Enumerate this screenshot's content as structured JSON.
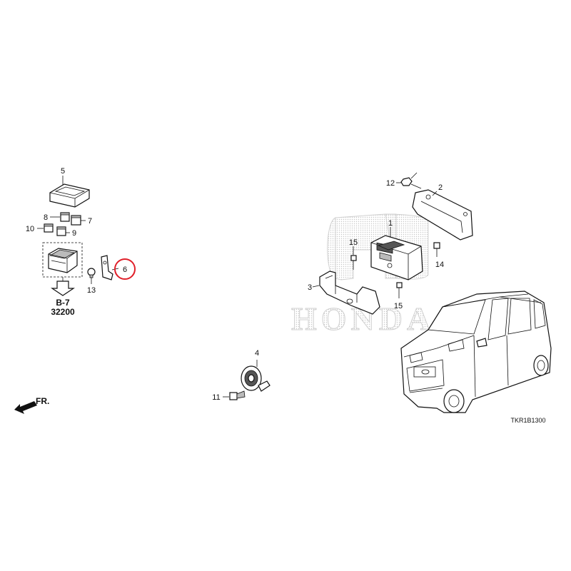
{
  "callouts": [
    {
      "id": "1",
      "text": "1"
    },
    {
      "id": "2",
      "text": "2"
    },
    {
      "id": "3",
      "text": "3"
    },
    {
      "id": "4",
      "text": "4"
    },
    {
      "id": "5",
      "text": "5"
    },
    {
      "id": "6",
      "text": "6",
      "highlighted": true
    },
    {
      "id": "7",
      "text": "7"
    },
    {
      "id": "8",
      "text": "8"
    },
    {
      "id": "9",
      "text": "9"
    },
    {
      "id": "10",
      "text": "10"
    },
    {
      "id": "11",
      "text": "11"
    },
    {
      "id": "12",
      "text": "12"
    },
    {
      "id": "13",
      "text": "13"
    },
    {
      "id": "14",
      "text": "14"
    },
    {
      "id": "15a",
      "text": "15"
    },
    {
      "id": "15b",
      "text": "15"
    }
  ],
  "reference": {
    "page": "B-7",
    "number": "32200"
  },
  "front_arrow": {
    "text": "FR."
  },
  "watermark": {
    "text": "HONDA"
  },
  "diagram_code": "TKR1B1300",
  "colors": {
    "highlight": "#e0202a",
    "line": "#111111",
    "watermark": "#cfcfcf"
  }
}
